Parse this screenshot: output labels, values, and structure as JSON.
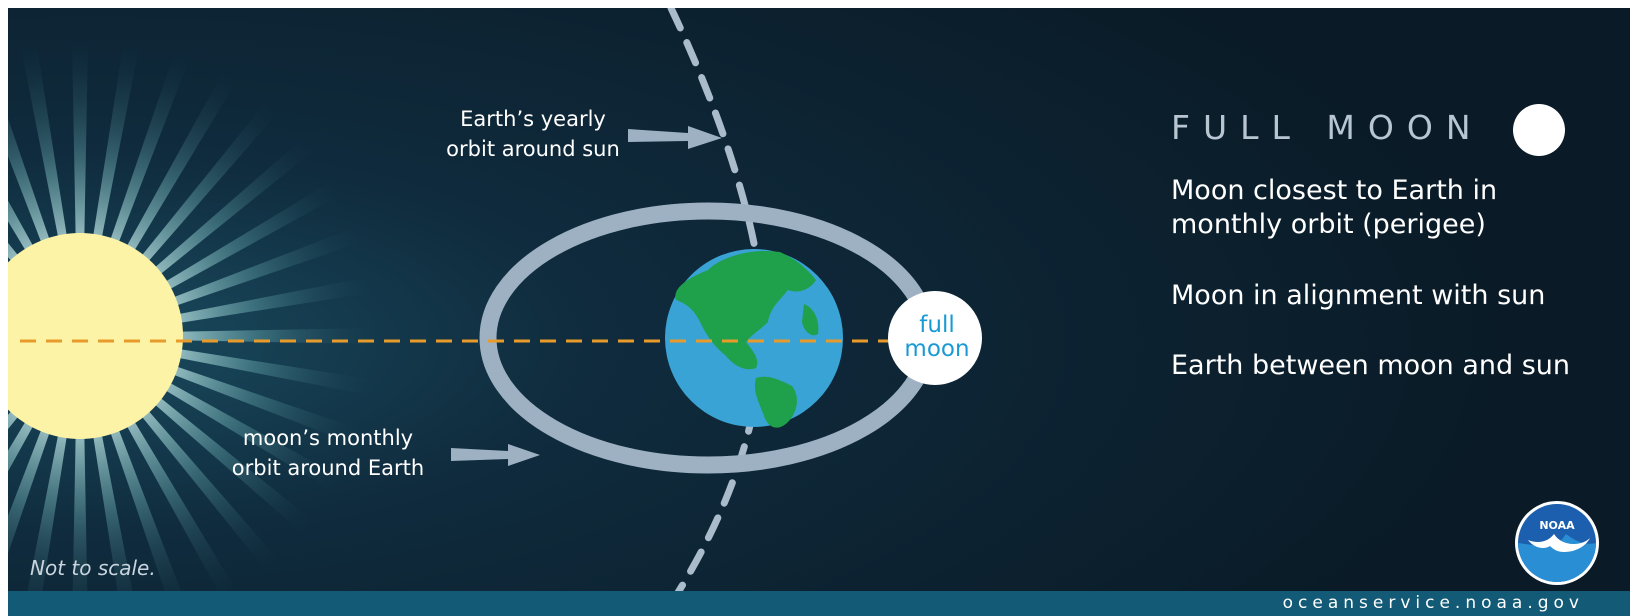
{
  "labels": {
    "yearly_orbit_line1": "Earth’s yearly",
    "yearly_orbit_line2": "orbit around sun",
    "monthly_orbit_line1": "moon’s monthly",
    "monthly_orbit_line2": "orbit around Earth",
    "moon_line1": "full",
    "moon_line2": "moon",
    "not_to_scale": "Not to scale."
  },
  "panel": {
    "title": "FULL MOON",
    "facts": [
      {
        "line1": "Moon closest to Earth in",
        "line2": "monthly orbit (perigee)"
      },
      {
        "line1": "Moon in alignment with sun",
        "line2": ""
      },
      {
        "line1": "Earth between moon and sun",
        "line2": ""
      }
    ]
  },
  "logo": {
    "text": "NOAA"
  },
  "footer": {
    "url": "oceanservice.noaa.gov"
  },
  "colors": {
    "background": "#0d2030",
    "sun": "#fdf3a6",
    "ocean": "#3aa3d6",
    "land": "#1fa04b",
    "orbit_ring": "#aabccb",
    "alignment_line": "#e89b2a",
    "moon_text": "#1a9ad2",
    "footer_bar": "#125a76"
  },
  "icons": [
    "sun-icon",
    "earth-icon",
    "moon-icon",
    "arrow-icon",
    "noaa-logo-icon"
  ]
}
